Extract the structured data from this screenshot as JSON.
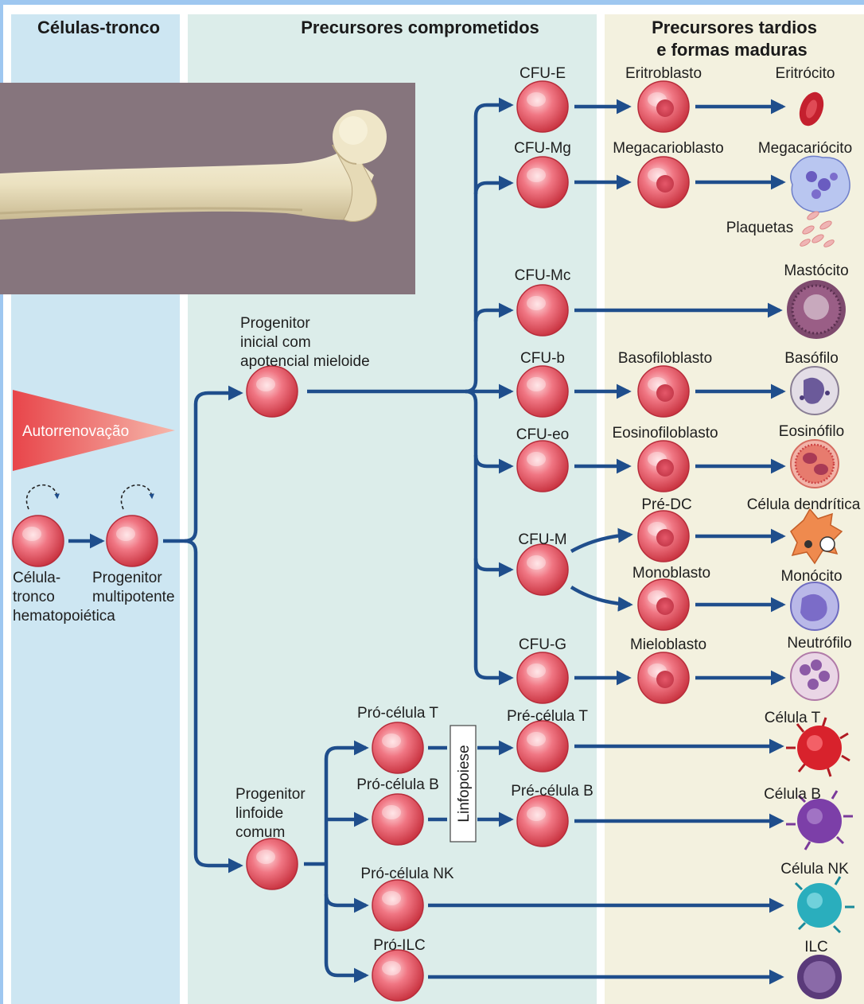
{
  "columns": {
    "stem": "Células-tronco",
    "committed": "Precursores comprometidos",
    "late_line1": "Precursores tardios",
    "late_line2": "e formas maduras"
  },
  "self_renewal": "Autorrenovação",
  "left": {
    "hsc": [
      "Célula-",
      "tronco",
      "hematopoiética"
    ],
    "mpp": [
      "Progenitor",
      "multipotente"
    ]
  },
  "myeloid_progenitor": [
    "Progenitor",
    "inicial com",
    "apotencial mieloide"
  ],
  "lymphoid_progenitor": [
    "Progenitor",
    "linfoide",
    "comum"
  ],
  "cfu": {
    "e": "CFU-E",
    "mg": "CFU-Mg",
    "mc": "CFU-Mc",
    "b": "CFU-b",
    "eo": "CFU-eo",
    "m": "CFU-M",
    "g": "CFU-G"
  },
  "blasts": {
    "eritroblasto": "Eritroblasto",
    "megacarioblasto": "Megacarioblasto",
    "basofiloblasto": "Basofiloblasto",
    "eosinofiloblasto": "Eosinofiloblasto",
    "pre_dc": "Pré-DC",
    "monoblasto": "Monoblasto",
    "mieloblasto": "Mieloblasto"
  },
  "mature": {
    "eritrocito": "Eritrócito",
    "megacariocito": "Megacariócito",
    "plaquetas": "Plaquetas",
    "mastocito": "Mastócito",
    "basofilo": "Basófilo",
    "eosinofilo": "Eosinófilo",
    "dendritica": "Célula dendrítica",
    "monocito": "Monócito",
    "neutrofilo": "Neutrófilo",
    "cel_t": "Célula T",
    "cel_b": "Célula B",
    "cel_nk": "Célula NK",
    "ilc": "ILC"
  },
  "lymph": {
    "pro_t": "Pró-célula T",
    "pro_b": "Pró-célula B",
    "pro_nk": "Pró-célula NK",
    "pro_ilc": "Pró-ILC",
    "pre_t": "Pré-célula T",
    "pre_b": "Pré-célula B",
    "linfopoiese": "Linfopoiese"
  },
  "colors": {
    "arrow": "#1f4e8c",
    "cell": "#e04a5a",
    "stem_band": "#cde6f2",
    "committed_band": "#dcedea",
    "late_band": "#f3f1df",
    "triangle": "#e85a5a"
  }
}
